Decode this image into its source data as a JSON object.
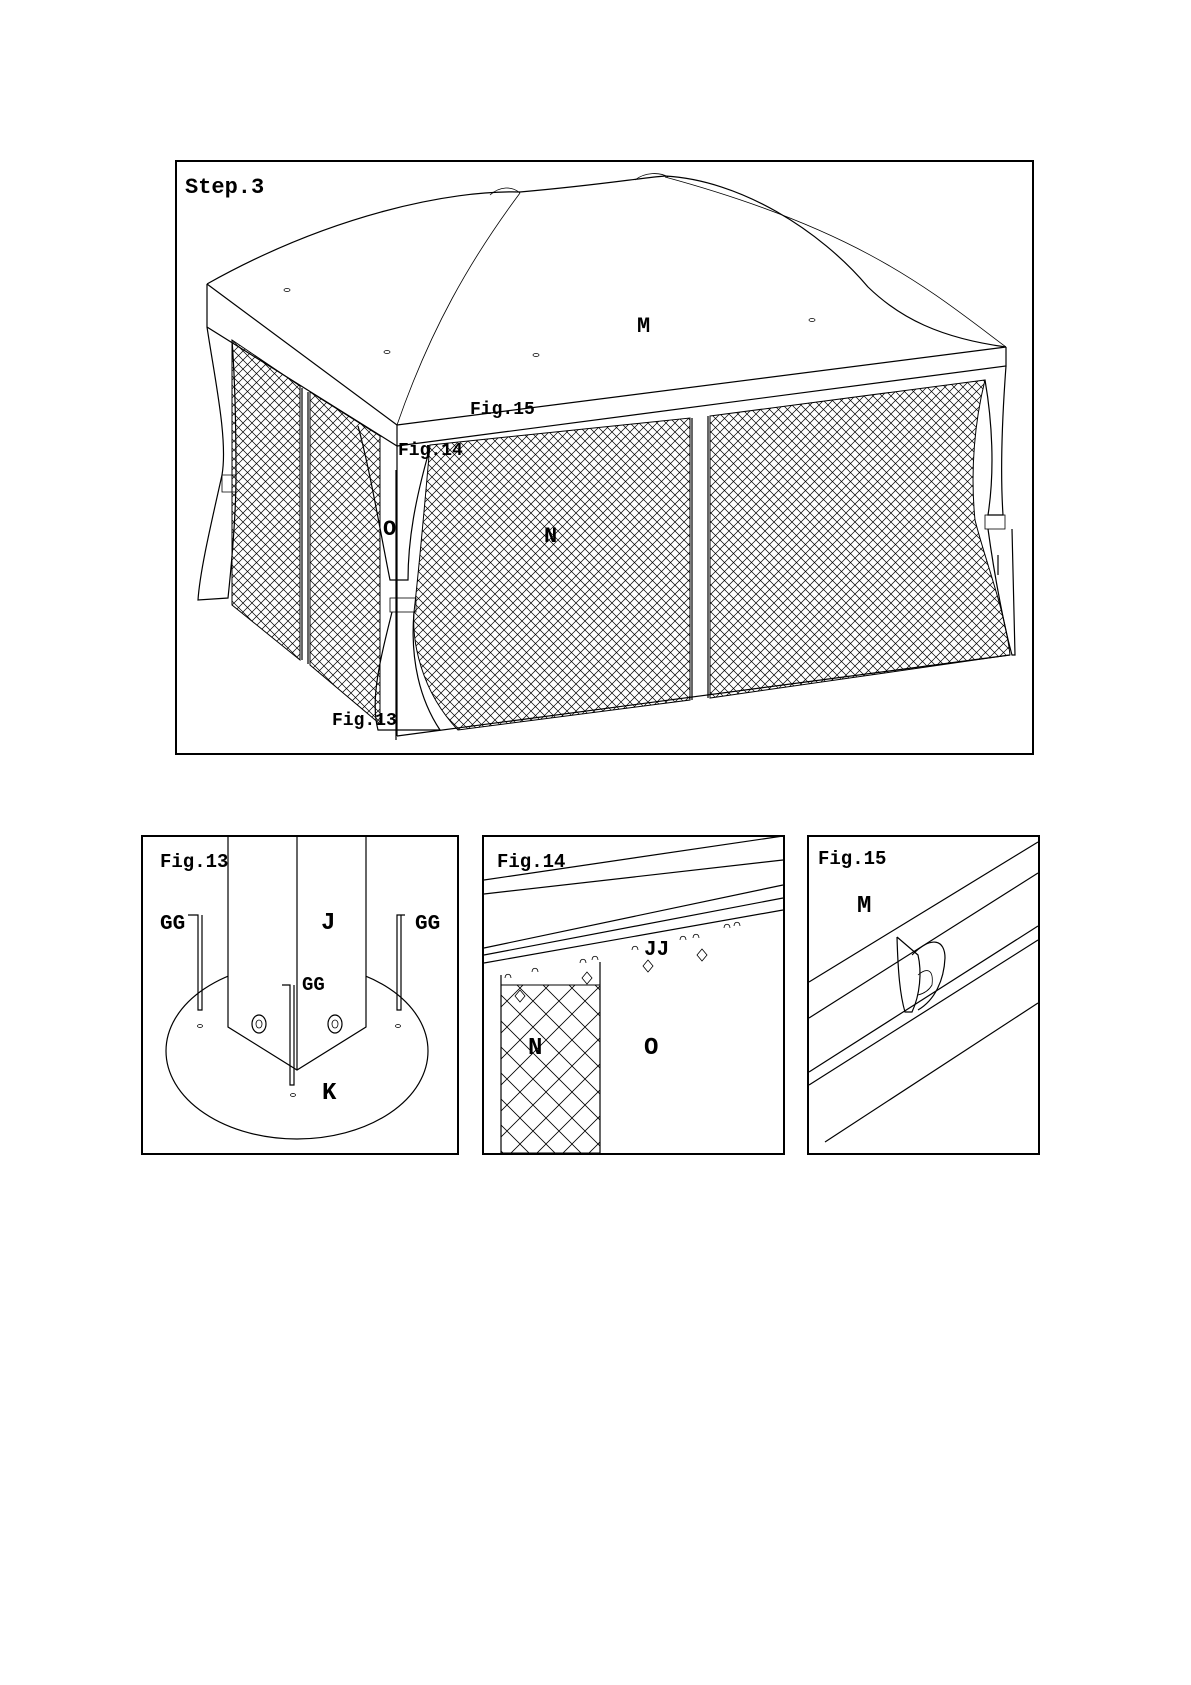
{
  "step": {
    "title": "Step.3"
  },
  "main_labels": {
    "canopy": "M",
    "fig15_ref": "Fig.15",
    "fig14_ref": "Fig.14",
    "curtain": "O",
    "netting": "N",
    "fig13_ref": "Fig.13"
  },
  "fig13": {
    "title": "Fig.13",
    "gg_left": "GG",
    "gg_center": "GG",
    "gg_right": "GG",
    "post": "J",
    "base": "K"
  },
  "fig14": {
    "title": "Fig.14",
    "hook": "JJ",
    "netting": "N",
    "curtain": "O"
  },
  "fig15": {
    "title": "Fig.15",
    "canopy": "M"
  }
}
